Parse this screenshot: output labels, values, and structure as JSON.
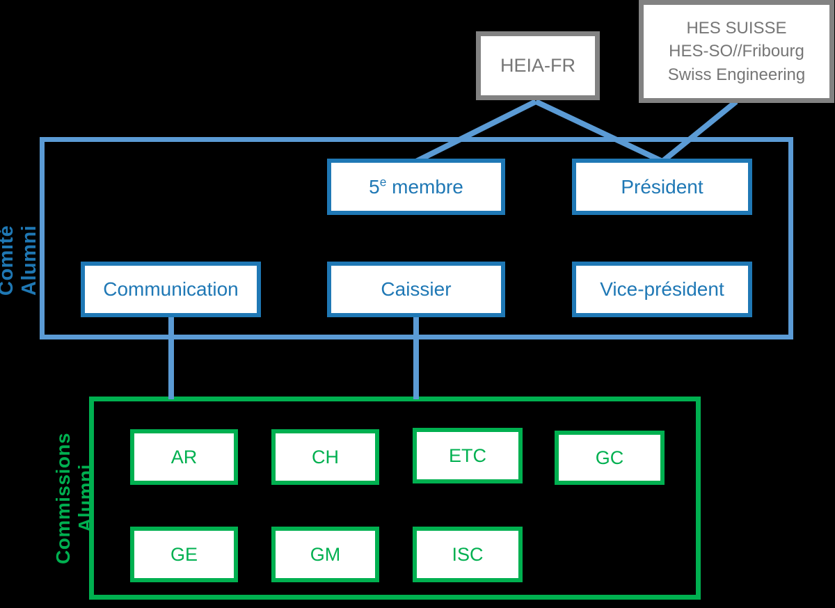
{
  "colors": {
    "background": "#000000",
    "connector_blue": "#5B9BD5",
    "comite_blue": "#1F78B5",
    "comite_label_blue": "#1F78B4",
    "commissions_green": "#00B050",
    "external_gray": "#828282",
    "external_text_gray": "#767676",
    "box_fill": "#FFFFFF"
  },
  "external": {
    "heia_label": "HEIA-FR",
    "hes_lines": [
      "HES SUISSE",
      "HES-SO//Fribourg",
      "Swiss Engineering"
    ]
  },
  "comite": {
    "section_label": "Comité Alumni",
    "membre5_prefix": "5",
    "membre5_sup": "e",
    "membre5_rest": " membre",
    "president": "Président",
    "communication": "Communication",
    "caissier": "Caissier",
    "vice_president": "Vice-président"
  },
  "commissions": {
    "section_label": "Commissions Alumni",
    "items": [
      "AR",
      "CH",
      "ETC",
      "GC",
      "GE",
      "GM",
      "ISC"
    ]
  }
}
